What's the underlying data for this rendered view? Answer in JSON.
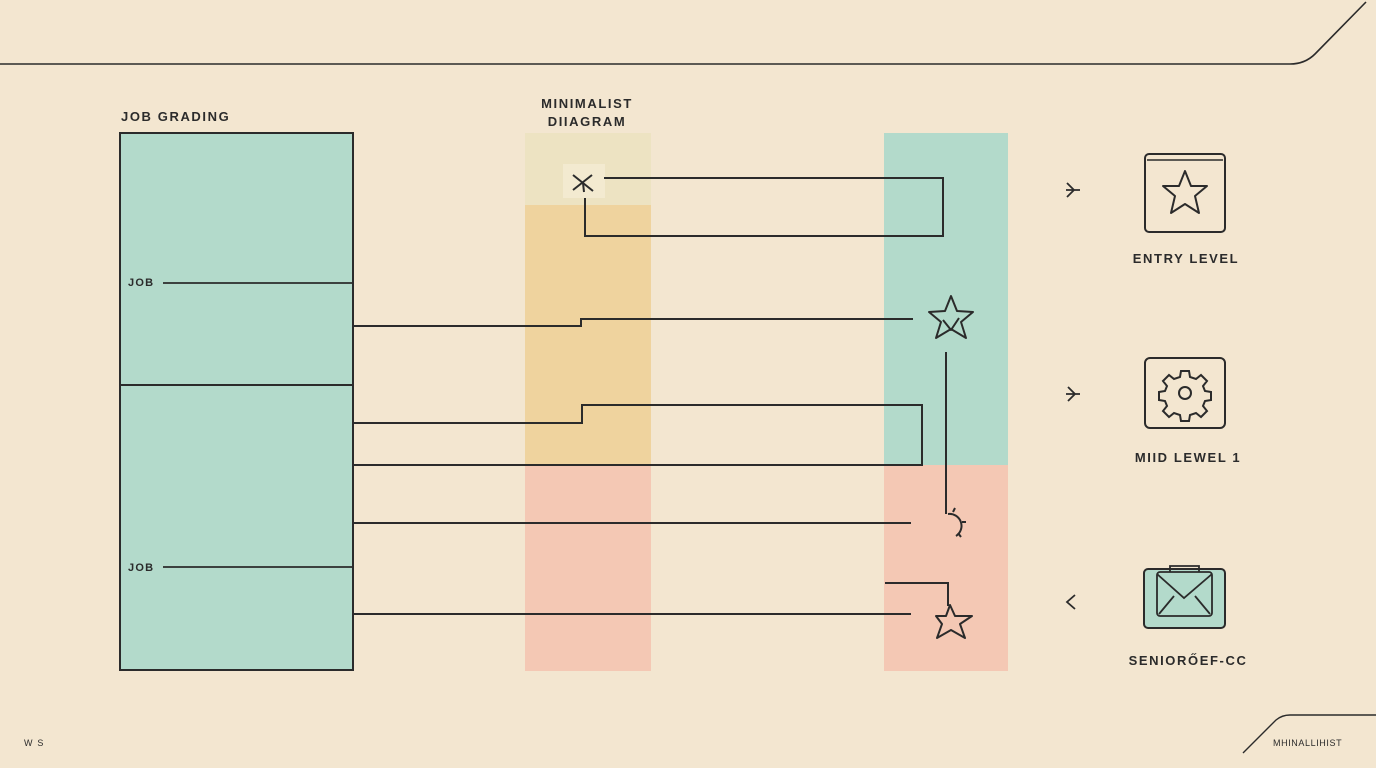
{
  "diagram": {
    "header_label": "JOB GRADING",
    "center_title_line1": "MINIMALIST",
    "center_title_line2": "DIIAGRAM",
    "row_labels": [
      "JOB",
      "JOB"
    ],
    "levels": [
      {
        "label": "ENTRY LEVEL",
        "icon": "star-icon"
      },
      {
        "label": "MIID LEWEL 1",
        "icon": "gear-icon"
      },
      {
        "label": "SENIORŐEF-CC",
        "icon": "briefcase-icon"
      }
    ],
    "footer_left": "W S",
    "footer_right": "MHINALLIHIST"
  },
  "colors": {
    "background": "#f3e6d0",
    "mint": "#b3dacb",
    "sand": "#efd39e",
    "cream": "#ede3c2",
    "salmon": "#f4c8b4",
    "line": "#2b2b2b"
  }
}
